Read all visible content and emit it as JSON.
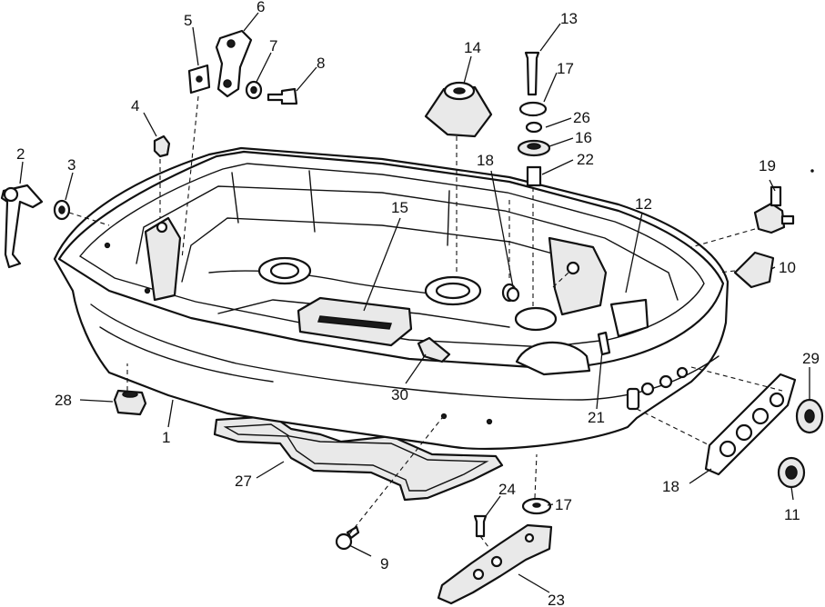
{
  "callouts": {
    "c1": "1",
    "c2": "2",
    "c3": "3",
    "c4": "4",
    "c5": "5",
    "c6": "6",
    "c7": "7",
    "c8": "8",
    "c9": "9",
    "c10": "10",
    "c11": "11",
    "c12": "12",
    "c13": "13",
    "c14": "14",
    "c15": "15",
    "c16": "16",
    "c17a": "17",
    "c17b": "17",
    "c18a": "18",
    "c18b": "18",
    "c19": "19",
    "c21": "21",
    "c22": "22",
    "c23": "23",
    "c24": "24",
    "c26": "26",
    "c27": "27",
    "c28": "28",
    "c29": "29",
    "c30": "30"
  }
}
